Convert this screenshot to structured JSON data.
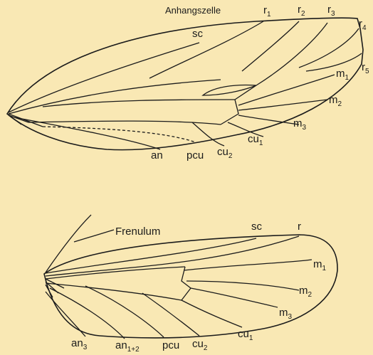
{
  "forewing": {
    "labels": {
      "anhangszelle": "Anhangszelle",
      "sc": "sc",
      "r1": "r",
      "r1_sub": "1",
      "r2": "r",
      "r2_sub": "2",
      "r3": "r",
      "r3_sub": "3",
      "r4": "r",
      "r4_sub": "4",
      "r5": "r",
      "r5_sub": "5",
      "m1": "m",
      "m1_sub": "1",
      "m2": "m",
      "m2_sub": "2",
      "m3": "m",
      "m3_sub": "3",
      "cu1": "cu",
      "cu1_sub": "1",
      "cu2": "cu",
      "cu2_sub": "2",
      "pcu": "pcu",
      "an": "an"
    }
  },
  "hindwing": {
    "labels": {
      "frenulum": "Frenulum",
      "sc": "sc",
      "r": "r",
      "m1": "m",
      "m1_sub": "1",
      "m2": "m",
      "m2_sub": "2",
      "m3": "m",
      "m3_sub": "3",
      "cu1": "cu",
      "cu1_sub": "1",
      "cu2": "cu",
      "cu2_sub": "2",
      "pcu": "pcu",
      "an12": "an",
      "an12_sub": "1+2",
      "an3": "an",
      "an3_sub": "3"
    }
  }
}
